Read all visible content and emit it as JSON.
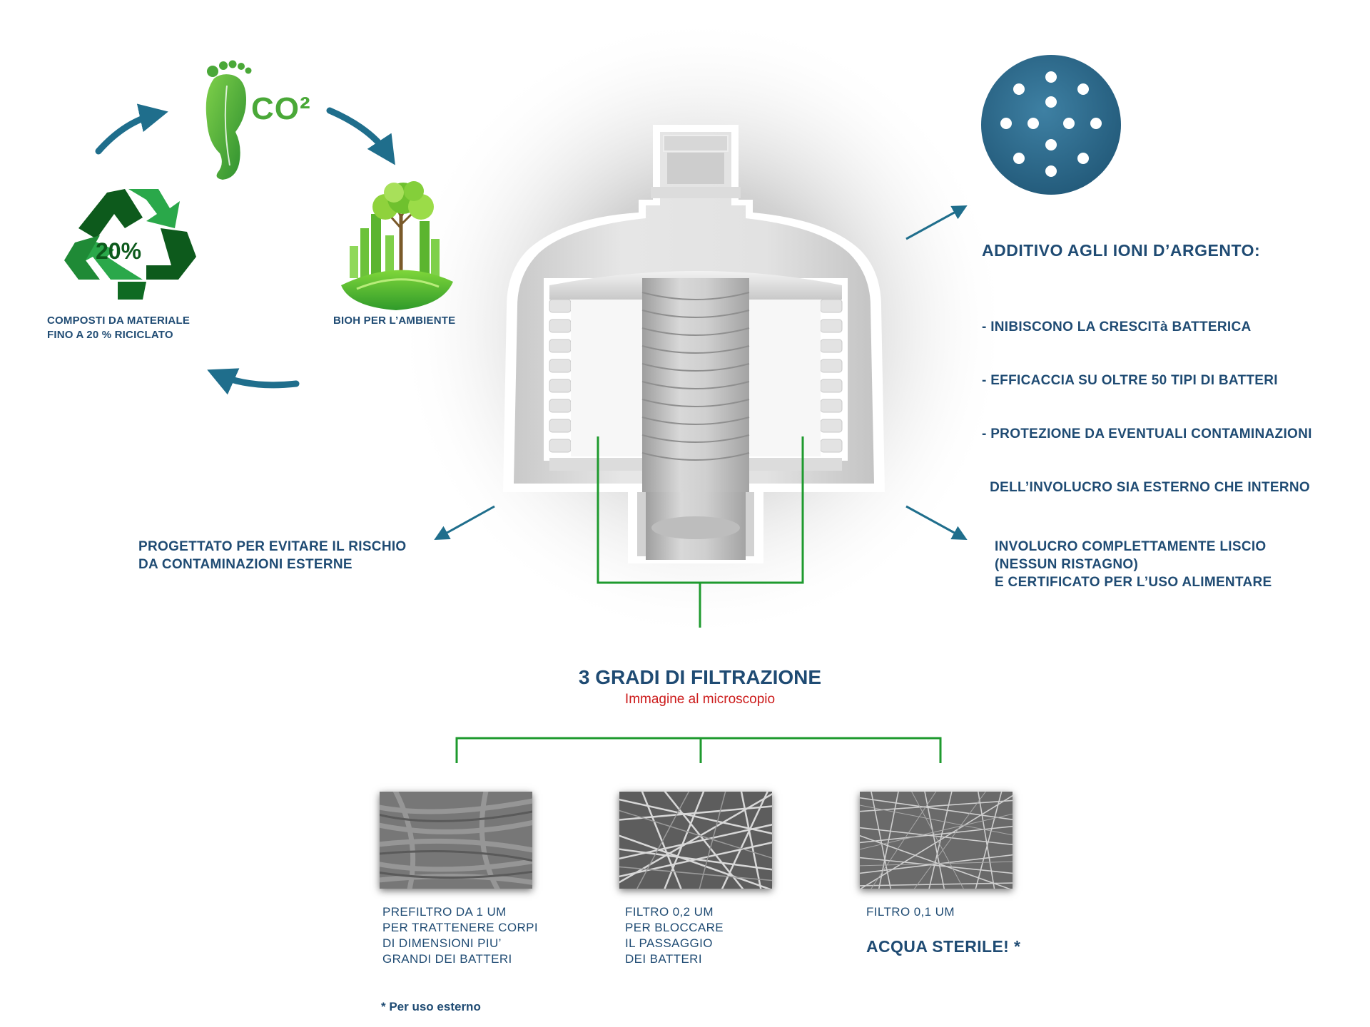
{
  "eco": {
    "footprint_label": "CO²",
    "recycle_percent": "20%",
    "recycle_caption": [
      "COMPOSTI DA MATERIALE",
      "FINO A 20 % RICICLATO"
    ],
    "environment_caption": "BIOH PER L’AMBIENTE"
  },
  "silver": {
    "title": "ADDITIVO AGLI IONI D’ARGENTO:",
    "bullets": [
      "- INIBISCONO LA CRESCITà BATTERICA",
      "- EFFICACCIA SU OLTRE 50 TIPI DI BATTERI",
      "- PROTEZIONE DA EVENTUALI CONTAMINAZIONI",
      "  DELL’INVOLUCRO SIA ESTERNO CHE INTERNO"
    ]
  },
  "left_note": [
    "PROGETTATO PER EVITARE IL RISCHIO",
    "DA CONTAMINAZIONI ESTERNE"
  ],
  "right_note": [
    "INVOLUCRO COMPLETTAMENTE LISCIO",
    "(NESSUN RISTAGNO)",
    "E CERTIFICATO PER L’USO ALIMENTARE"
  ],
  "filtration": {
    "title": "3 GRADI DI FILTRAZIONE",
    "subtitle": "Immagine al microscopio",
    "grades": [
      {
        "lines": [
          "PREFILTRO DA 1 UM",
          "PER TRATTENERE CORPI",
          "DI DIMENSIONI PIU’",
          "GRANDI DEI BATTERI"
        ]
      },
      {
        "lines": [
          "FILTRO 0,2 UM",
          "PER BLOCCARE",
          "IL PASSAGGIO",
          "DEI BATTERI"
        ]
      },
      {
        "lines": [
          "FILTRO 0,1 UM"
        ],
        "highlight": "ACQUA STERILE! *"
      }
    ]
  },
  "footnote": "* Per uso esterno",
  "colors": {
    "text_blue": "#1f4b73",
    "arrow_blue": "#1f6e8c",
    "bracket_green": "#1e9a2e",
    "subtitle_red": "#cc1a1a",
    "disc_blue": "#2f6c8e"
  }
}
